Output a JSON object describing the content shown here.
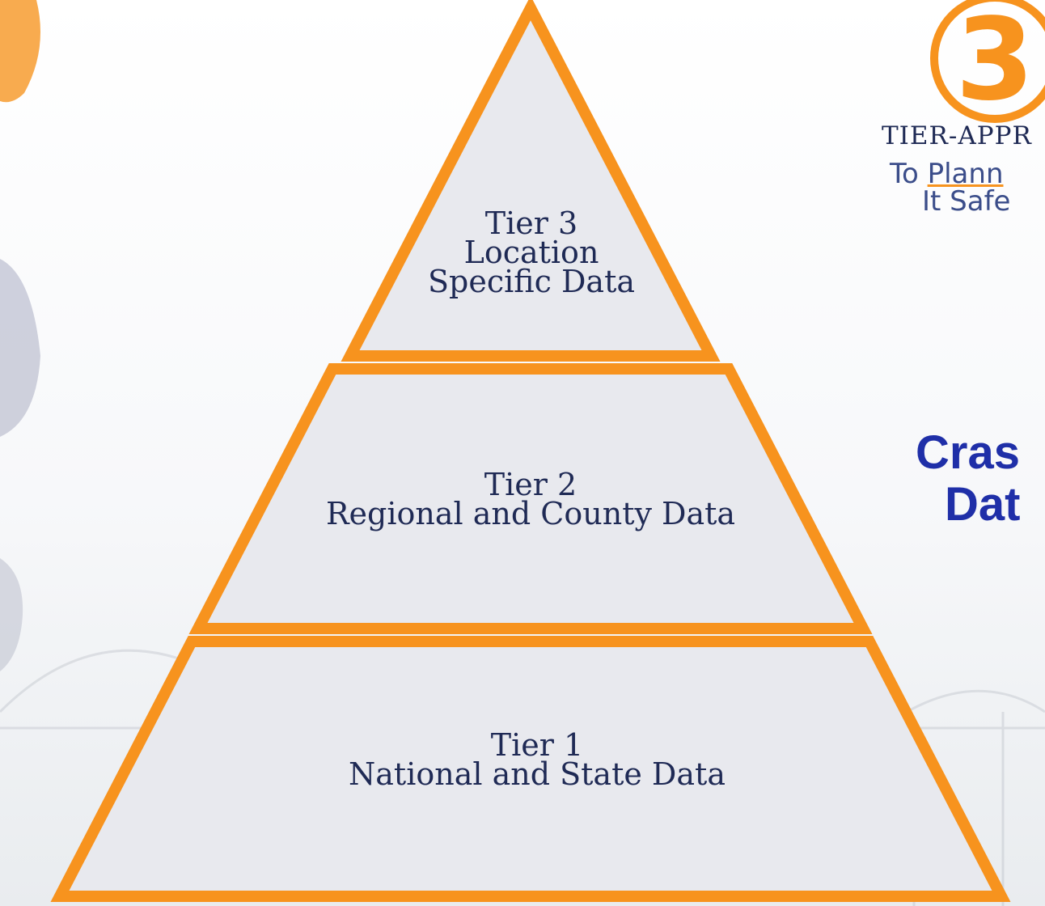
{
  "logo": {
    "number": "3",
    "wordmark": "TIER-APPR",
    "tagline_line1_prefix": "To ",
    "tagline_line1_underlined": "Plann",
    "tagline_line2": "It Safe"
  },
  "title": {
    "line1": "Cras",
    "line2": "Dat"
  },
  "pyramid": {
    "tiers": [
      {
        "line1": "Tier 3",
        "line2": "Location",
        "line3": "Specific Data"
      },
      {
        "line1": "Tier 2",
        "line2": "Regional and County Data"
      },
      {
        "line1": "Tier 1",
        "line2": "National and State Data"
      }
    ]
  },
  "colors": {
    "outline": "#f7931e",
    "tier_fill": "#e8e9ee",
    "tier_text": "#1f2a55",
    "title_blue": "#1f2fa8"
  }
}
